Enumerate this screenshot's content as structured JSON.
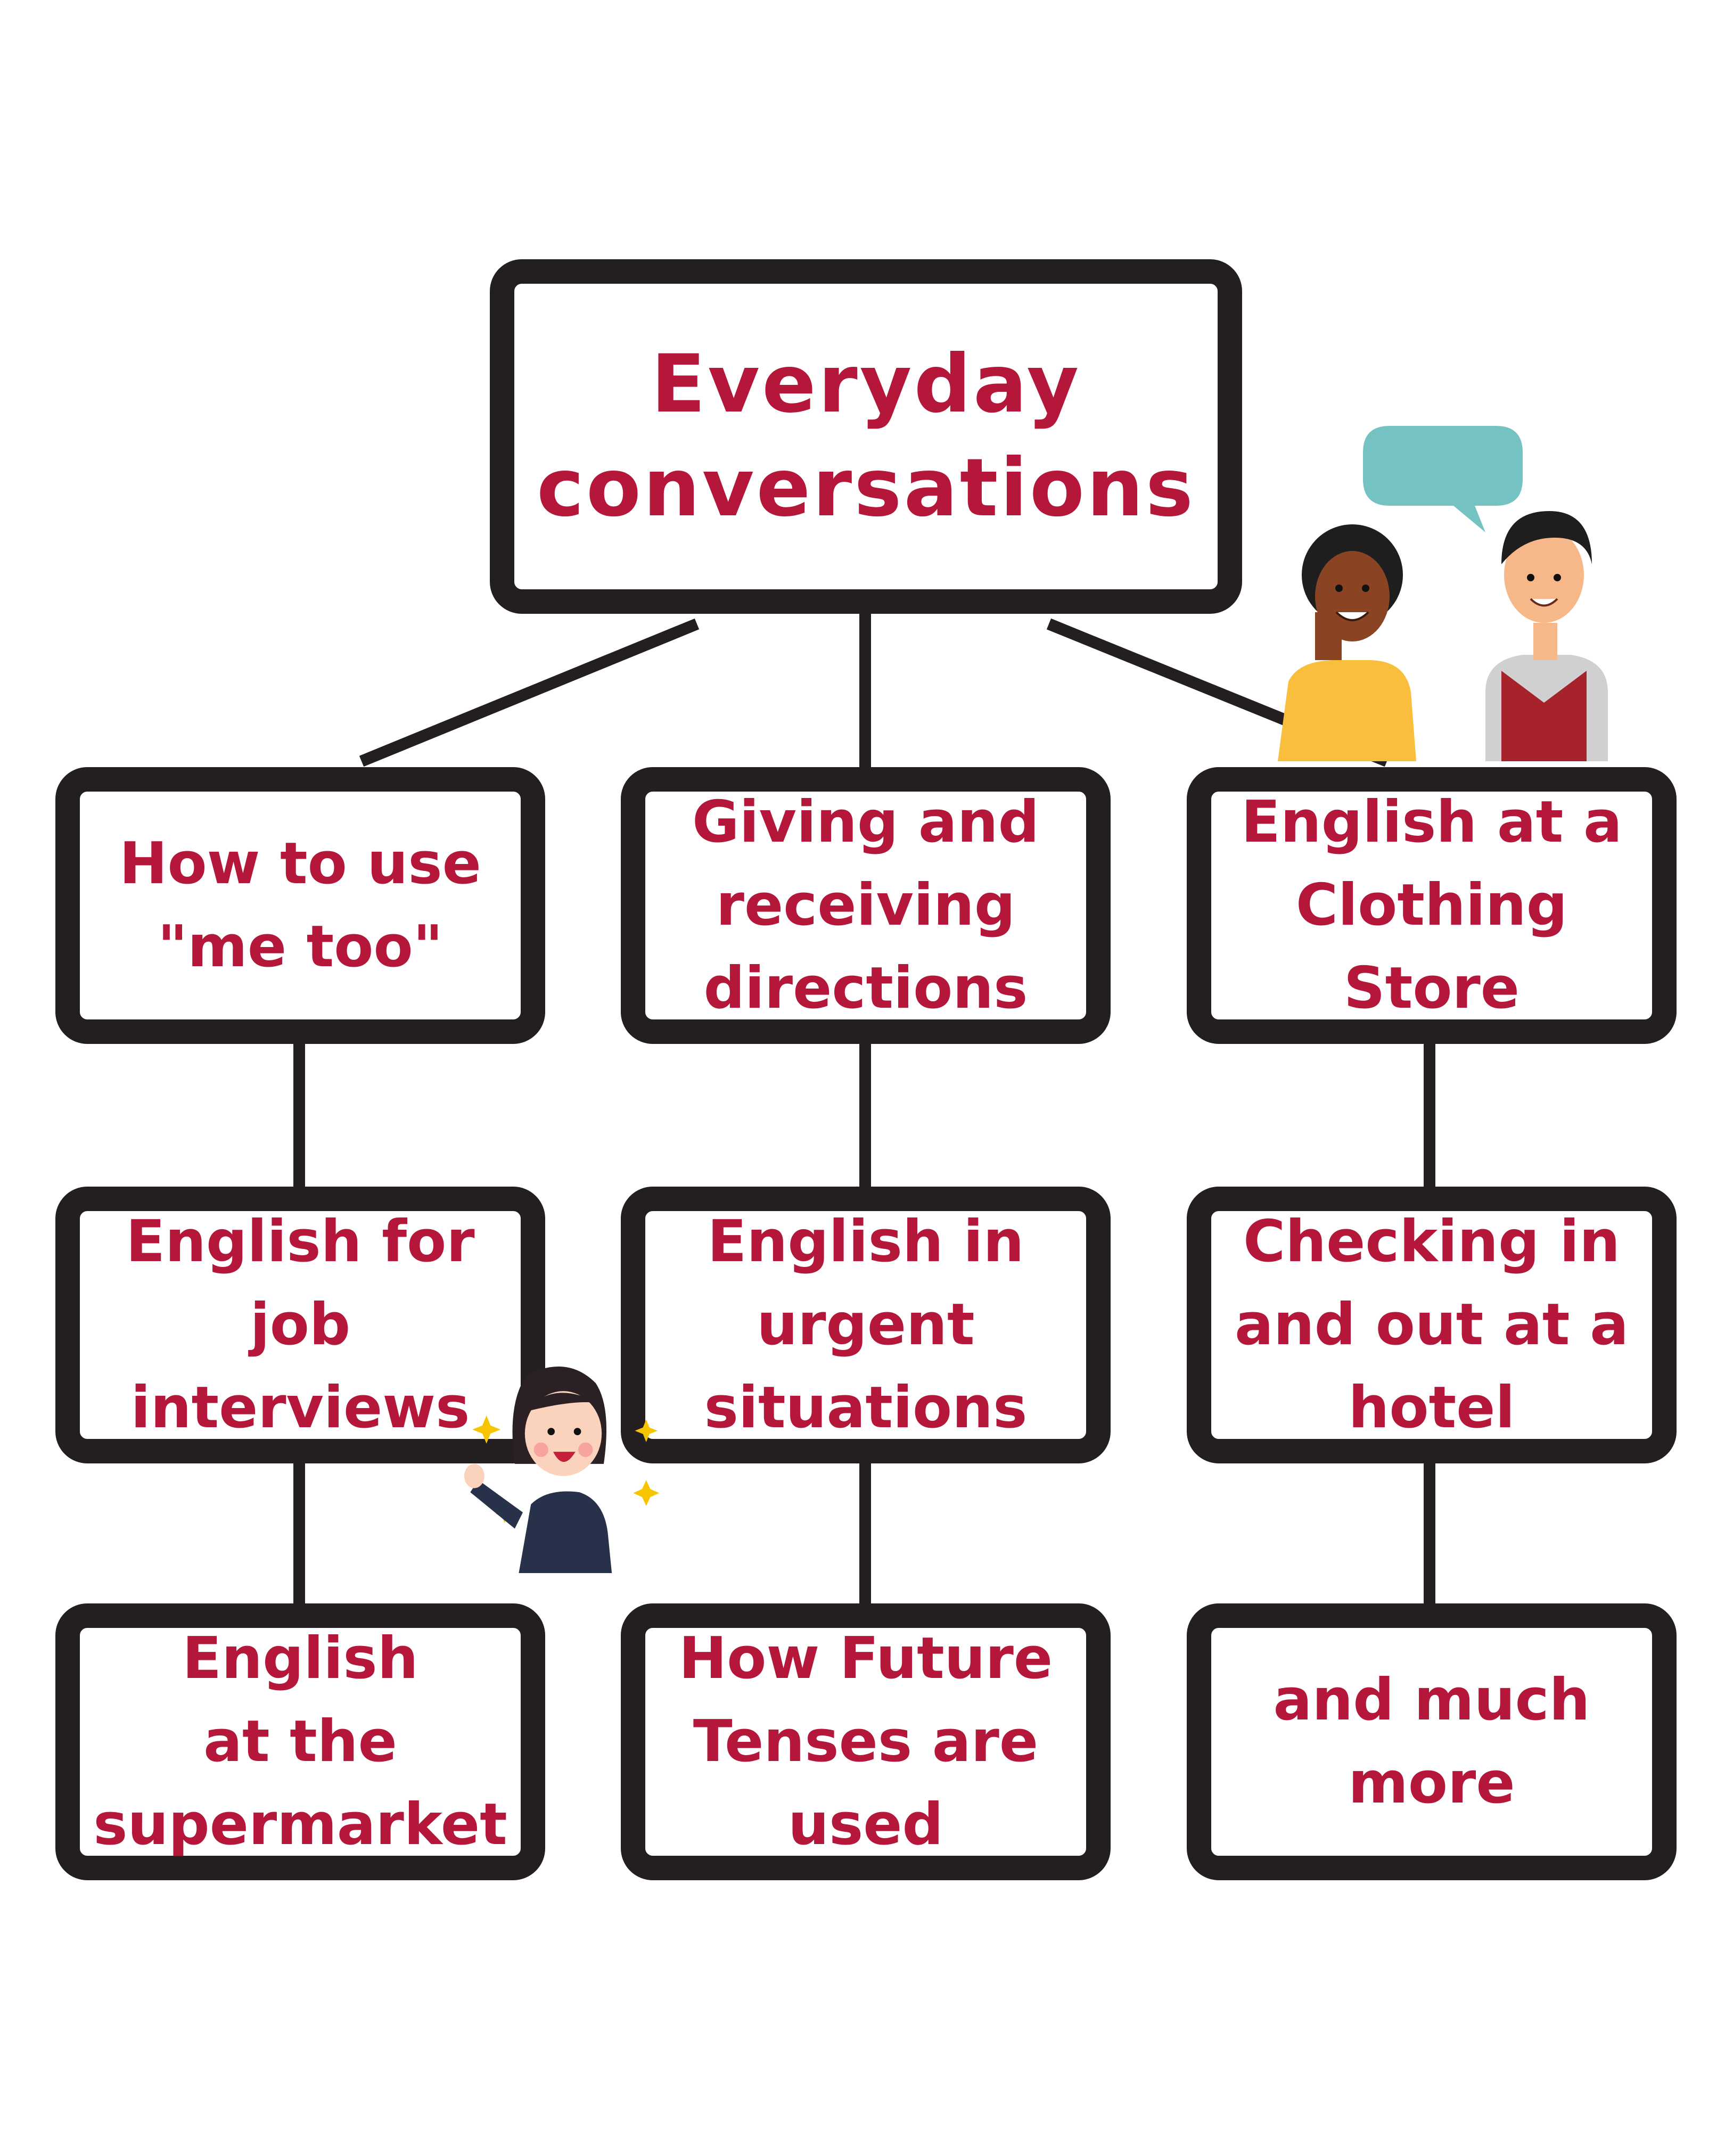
{
  "title": "Everyday\nconversations",
  "nodes": [
    {
      "label": "How to use\n\"me too\""
    },
    {
      "label": "Giving and\nreceiving\ndirections"
    },
    {
      "label": "English at a\nClothing\nStore"
    },
    {
      "label": "English for\njob\ninterviews"
    },
    {
      "label": "English in\nurgent\nsituations"
    },
    {
      "label": "Checking in\nand out at a\nhotel"
    },
    {
      "label": "English\nat the\nsupermarket"
    },
    {
      "label": "How Future\nTenses are\nused"
    },
    {
      "label": "and much\nmore"
    }
  ],
  "colors": {
    "text": "#b5173a",
    "border": "#231f20",
    "bubble": "#74c2c2"
  }
}
